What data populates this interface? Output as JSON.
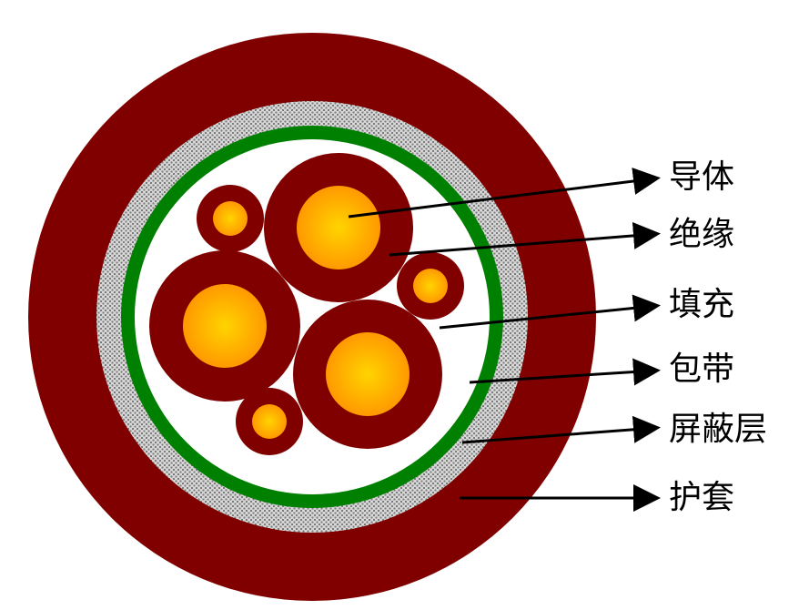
{
  "colors": {
    "jacket": "#800000",
    "shield_base": "#d8d8d8",
    "shield_dot": "#7a7a7a",
    "tape": "#008000",
    "filler": "#ffffff",
    "insulation": "#800000",
    "conductor_center": "#ffd400",
    "conductor_edge": "#ff9900",
    "arrow": "#000000"
  },
  "labels": {
    "conductor": "导体",
    "insulation": "绝缘",
    "filler": "填充",
    "tape": "包带",
    "shield": "屏蔽层",
    "jacket": "护套"
  }
}
